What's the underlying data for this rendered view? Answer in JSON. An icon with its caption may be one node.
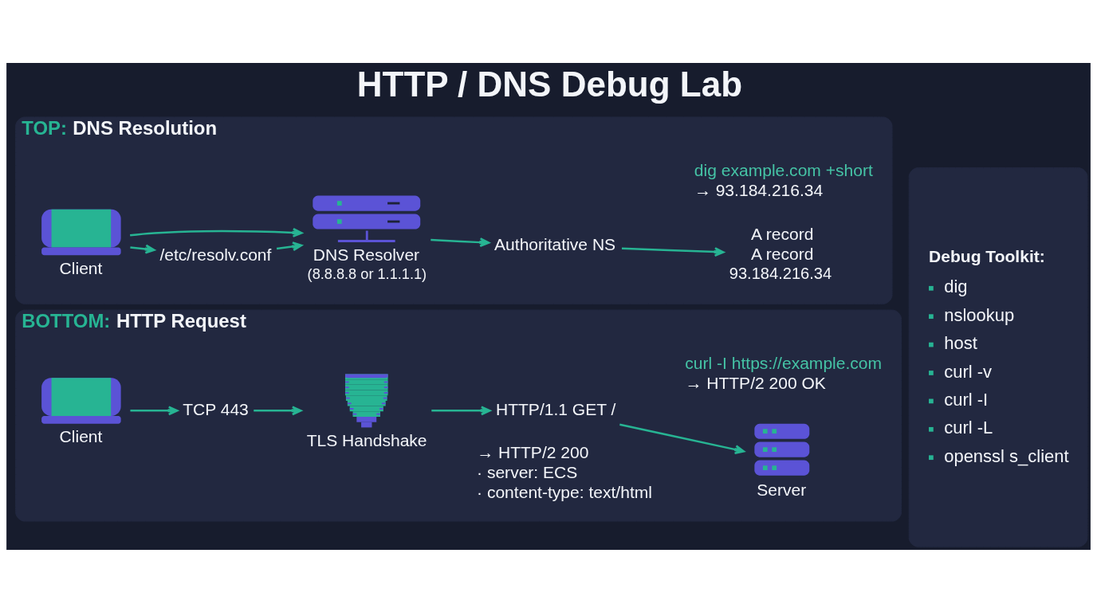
{
  "diagram": {
    "title": "HTTP / DNS Debug Lab",
    "nodes": [
      {
        "text": [
          "TOP: DNS Resolution"
        ]
      },
      {
        "text": [
          "Client"
        ],
        "in": 0
      },
      {
        "text": [
          "/etc/resolv.conf"
        ],
        "in": 0
      },
      {
        "text": [
          "DNS Resolver",
          "(8.8.8.8 or 1.1.1.1)"
        ],
        "in": 0
      },
      {
        "text": [
          "Authoritative NS"
        ],
        "in": 0
      },
      {
        "text": [
          "A record",
          "A record",
          "93.184.216.34"
        ],
        "in": 0
      },
      {
        "text": [
          "BOTTOM: HTTP Request"
        ]
      },
      {
        "text": [
          "Client"
        ],
        "in": 6
      },
      {
        "text": [
          "TCP 443"
        ],
        "in": 6
      },
      {
        "text": [
          "TLS Handshake"
        ],
        "in": 6
      },
      {
        "text": [
          "HTTP/1.1 GET /"
        ],
        "in": 6
      },
      {
        "text": [
          "Server"
        ],
        "in": 6
      },
      {
        "text": [
          "Debug Toolkit:",
          "dig",
          "nslookup",
          "host",
          "curl -v",
          "curl -I",
          "curl -L",
          "openssl s_client"
        ]
      }
    ],
    "edges": [
      {
        "from": 1,
        "to": 3,
        "arrow": "to"
      },
      {
        "from": 1,
        "to": 2,
        "arrow": "to"
      },
      {
        "from": 2,
        "to": 3,
        "arrow": "to"
      },
      {
        "from": 3,
        "to": 4,
        "arrow": "to"
      },
      {
        "from": 4,
        "to": 5,
        "arrow": "to"
      },
      {
        "from": 7,
        "to": 8,
        "arrow": "to"
      },
      {
        "from": 8,
        "to": 9,
        "arrow": "to"
      },
      {
        "from": 9,
        "to": 10,
        "arrow": "to"
      },
      {
        "from": 10,
        "to": 11,
        "arrow": "to"
      }
    ],
    "labels": [
      "dig example.com +short",
      "→ 93.184.216.34",
      "curl -I https://example.com",
      "→ HTTP/2 200 OK",
      "→ HTTP/2 200",
      "· server: ECS",
      "· content-type: text/html"
    ]
  }
}
